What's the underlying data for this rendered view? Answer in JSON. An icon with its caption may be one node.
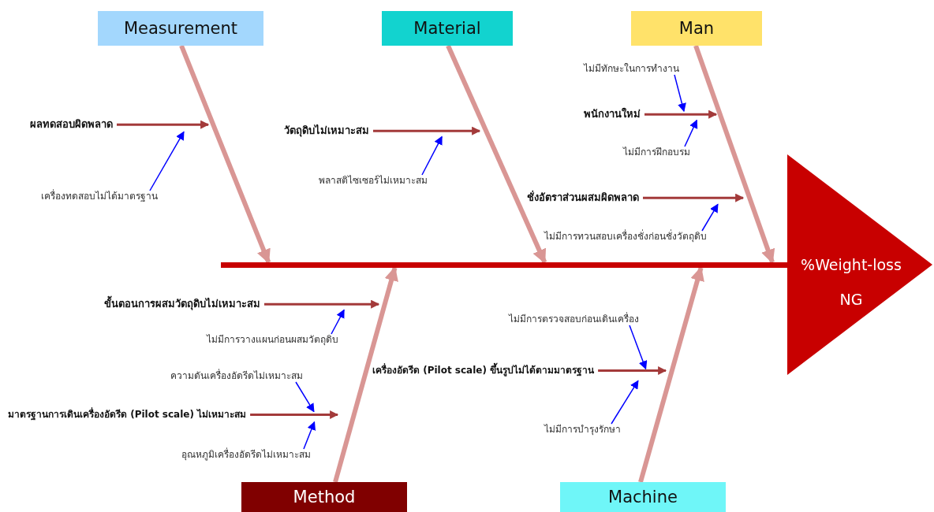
{
  "diagram": {
    "nodes": [
      {
        "text": [
          "Measurement"
        ]
      },
      {
        "text": [
          "Material"
        ]
      },
      {
        "text": [
          "Man"
        ]
      },
      {
        "text": [
          "ผลทดสอบผิดพลาด"
        ]
      },
      {
        "text": [
          "วัตถุดิบไม่เหมาะสม"
        ]
      },
      {
        "text": [
          "ไม่มีทักษะในการทำงาน"
        ]
      },
      {
        "text": [
          "พนักงานใหม่"
        ]
      },
      {
        "text": [
          "ไม่มีการฝึกอบรม"
        ]
      },
      {
        "text": [
          "เครื่องทดสอบไม่ได้มาตรฐาน"
        ]
      },
      {
        "text": [
          "พลาสติไซเซอร์ไม่เหมาะสม"
        ]
      },
      {
        "text": [
          "ชั่งอัตราส่วนผสมผิดพลาด"
        ]
      },
      {
        "text": [
          "ไม่มีการทวนสอบเครื่องชั่งก่อนชั่งวัตถุดิบ"
        ]
      },
      {
        "text": [
          "%Weight-loss NG"
        ]
      },
      {
        "text": [
          "ขั้นตอนการผสมวัตถุดิบไม่เหมาะสม"
        ]
      },
      {
        "text": [
          "ไม่มีการวางแผนก่อนผสมวัตถุดิบ"
        ]
      },
      {
        "text": [
          "ไม่มีการตรวจสอบก่อนเดินเครื่อง"
        ]
      },
      {
        "text": [
          "ความดันเครื่องอัดรีดไม่เหมาะสม"
        ]
      },
      {
        "text": [
          "เครื่องอัดรีด (Pilot scale) ขึ้นรูปไม่ได้ตามมาตรฐาน"
        ]
      },
      {
        "text": [
          "มาตรฐานการเดินเครื่องอัดรีด (Pilot scale) ไม่เหมาะสม"
        ]
      },
      {
        "text": [
          "ไม่มีการบำรุงรักษา"
        ]
      },
      {
        "text": [
          "อุณหภูมิเครื่องอัดรีดไม่เหมาะสม"
        ]
      },
      {
        "text": [
          "Method"
        ]
      },
      {
        "text": [
          "Machine"
        ]
      },
      {
        "text": [],
        "shape": "bar"
      }
    ],
    "edges": [
      {
        "from": 0,
        "to": 23,
        "arrow": "to",
        "style": "thick",
        "color": "#d99694"
      },
      {
        "from": 1,
        "to": 23,
        "arrow": "to",
        "style": "thick",
        "color": "#d99694"
      },
      {
        "from": 2,
        "to": 23,
        "arrow": "to",
        "style": "thick",
        "color": "#d99694"
      },
      {
        "from": 21,
        "to": 23,
        "arrow": "to",
        "style": "thick",
        "color": "#d99694"
      },
      {
        "from": 22,
        "to": 23,
        "arrow": "to",
        "style": "thick",
        "color": "#d99694"
      },
      {
        "from": 3,
        "to": null,
        "arrow": "to",
        "color": "#a33a3a"
      },
      {
        "from": 8,
        "to": null,
        "arrow": "to",
        "color": "#0000ff"
      },
      {
        "from": 4,
        "to": null,
        "arrow": "to",
        "color": "#a33a3a"
      },
      {
        "from": 9,
        "to": null,
        "arrow": "to",
        "color": "#0000ff"
      },
      {
        "from": 6,
        "to": null,
        "arrow": "to",
        "color": "#a33a3a"
      },
      {
        "from": 5,
        "to": null,
        "arrow": "to",
        "color": "#0000ff"
      },
      {
        "from": 7,
        "to": null,
        "arrow": "to",
        "color": "#0000ff"
      },
      {
        "from": 10,
        "to": null,
        "arrow": "to",
        "color": "#a33a3a"
      },
      {
        "from": 11,
        "to": null,
        "arrow": "to",
        "color": "#0000ff"
      },
      {
        "from": 13,
        "to": null,
        "arrow": "to",
        "color": "#a33a3a"
      },
      {
        "from": 14,
        "to": null,
        "arrow": "to",
        "color": "#0000ff"
      },
      {
        "from": 16,
        "to": null,
        "arrow": "to",
        "color": "#0000ff"
      },
      {
        "from": 18,
        "to": null,
        "arrow": "to",
        "color": "#a33a3a"
      },
      {
        "from": 20,
        "to": null,
        "arrow": "to",
        "color": "#0000ff"
      },
      {
        "from": 17,
        "to": null,
        "arrow": "to",
        "color": "#a33a3a"
      },
      {
        "from": 15,
        "to": null,
        "arrow": "to",
        "color": "#0000ff"
      },
      {
        "from": 19,
        "to": null,
        "arrow": "to",
        "color": "#0000ff"
      }
    ]
  }
}
